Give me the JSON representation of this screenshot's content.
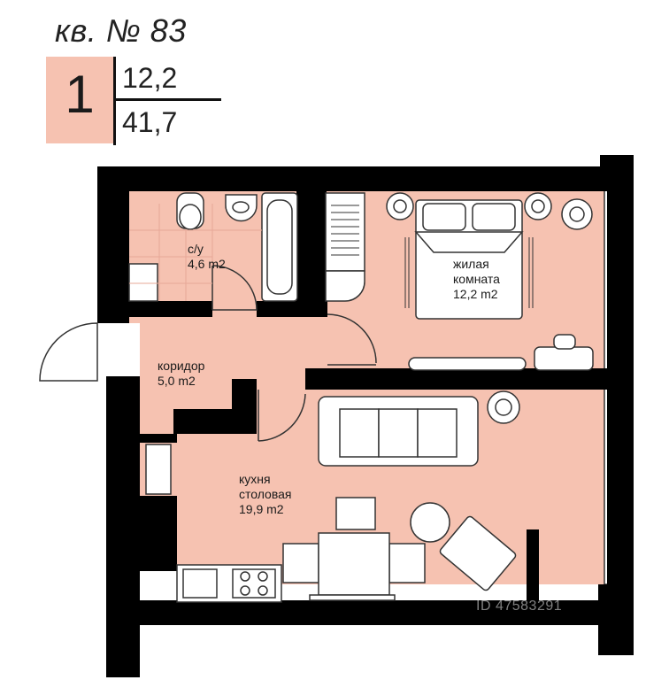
{
  "header": {
    "apartment_title": "кв. № 83",
    "room_count": "1",
    "living_area": "12,2",
    "total_area": "41,7"
  },
  "rooms": {
    "bathroom": {
      "name": "с/у",
      "area": "4,6 m2"
    },
    "bedroom": {
      "name_line1": "жилая",
      "name_line2": "комната",
      "area": "12,2 m2"
    },
    "corridor": {
      "name": "коридор",
      "area": "5,0 m2"
    },
    "kitchen": {
      "name_line1": "кухня",
      "name_line2": "столовая",
      "area": "19,9 m2"
    }
  },
  "watermark": "ID 47583291",
  "colors": {
    "floor": "#f6c2b1",
    "wall": "#000000",
    "furniture": "#ffffff",
    "outline": "#333333"
  }
}
